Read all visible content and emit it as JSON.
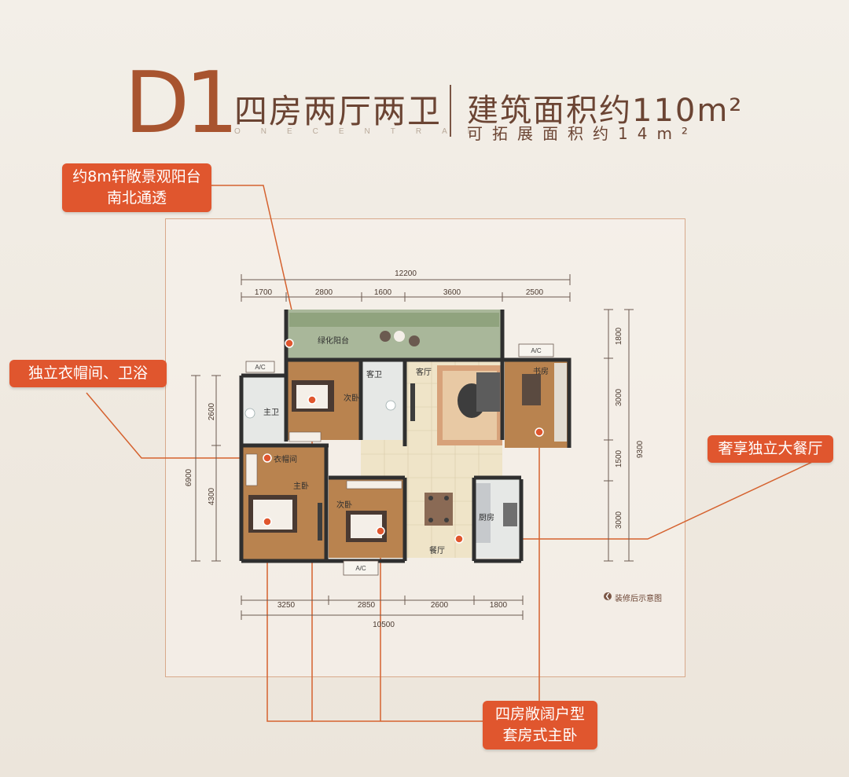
{
  "header": {
    "code": "D1",
    "layout": "四房两厅两卫",
    "subtitle": "ONECENTRAL",
    "area": "建筑面积约110m²",
    "extend_area": "可拓展面积约14m²"
  },
  "callouts": {
    "balcony_line1": "约8m轩敞景观阳台",
    "balcony_line2": "南北通透",
    "closet": "独立衣帽间、卫浴",
    "dining": "奢享独立大餐厅",
    "rooms_line1": "四房敞阔户型",
    "rooms_line2": "套房式主卧"
  },
  "rooms": {
    "balcony": "绿化阳台",
    "master_bath": "主卫",
    "second_bed_top": "次卧",
    "guest_bath": "客卫",
    "living": "客厅",
    "study": "书房",
    "closet": "衣帽间",
    "master_bed": "主卧",
    "second_bed_bottom": "次卧",
    "kitchen": "厨房",
    "dining": "餐厅",
    "ac": "A/C"
  },
  "dimensions": {
    "top_total": "12200",
    "top_segments": [
      "1700",
      "2800",
      "1600",
      "3600",
      "2500"
    ],
    "bottom_total": "10500",
    "bottom_segments": [
      "3250",
      "2850",
      "2600",
      "1800"
    ],
    "left_outer": "6900",
    "left_inner": [
      "2600",
      "4300"
    ],
    "right_outer": "9300",
    "right_inner": [
      "1800",
      "3000",
      "1500",
      "3000"
    ]
  },
  "note": "装修后示意图",
  "colors": {
    "accent": "#e0562e",
    "title": "#a8542f",
    "wall": "#3a3a3a",
    "floor_wood": "#b9834f",
    "floor_tile": "#efe4c8",
    "balcony_green": "#a9b79a"
  }
}
